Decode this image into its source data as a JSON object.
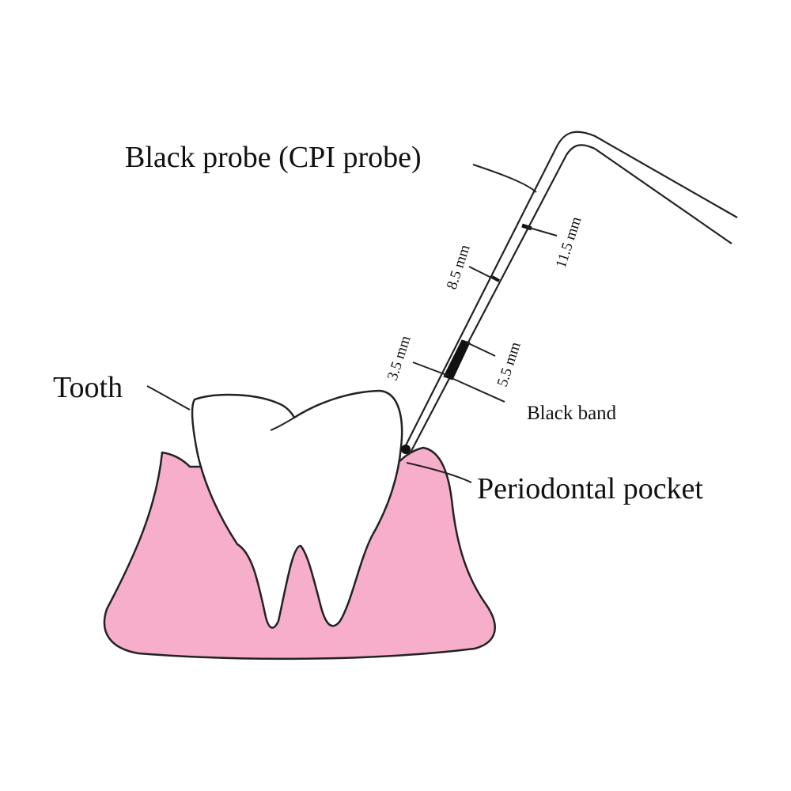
{
  "labels": {
    "probe": "Black probe (CPI probe)",
    "tooth": "Tooth",
    "pocket": "Periodontal pocket",
    "black_band": "Black band"
  },
  "markings": {
    "m35": "3.5 mm",
    "m55": "5.5 mm",
    "m85": "8.5 mm",
    "m115": "11.5 mm"
  },
  "colors": {
    "gum": "#F6AECB",
    "outline": "#222222",
    "tooth": "#ffffff"
  }
}
